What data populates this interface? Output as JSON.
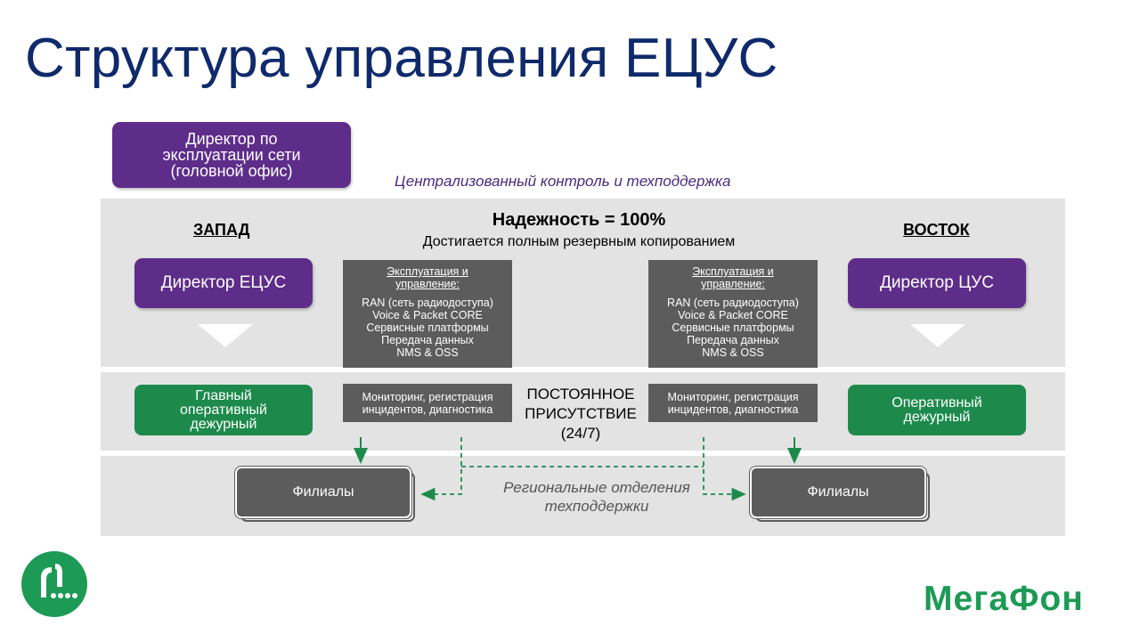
{
  "title": "Структура управления ЕЦУС",
  "hq": {
    "line1": "Директор по",
    "line2": "эксплуатации сети",
    "line3": "(головной офис)"
  },
  "centralized_label": "Централизованный контроль и техподдержка",
  "reliability": {
    "title": "Надежность = 100%",
    "subtitle": "Достигается полным резервным копированием"
  },
  "west": {
    "region": "ЗАПАД",
    "director": "Директор ЕЦУС",
    "duty": [
      "Главный",
      "оперативный",
      "дежурный"
    ],
    "branch": "Филиалы"
  },
  "east": {
    "region": "ВОСТОК",
    "director": "Директор ЦУС",
    "duty": [
      "Оперативный",
      "дежурный"
    ],
    "branch": "Филиалы"
  },
  "ops_box": {
    "heading": [
      "Эксплуатация и",
      "управление:"
    ],
    "items": [
      "RAN (сеть радиодоступа)",
      "Voice & Packet CORE",
      "Сервисные платформы",
      "Передача данных",
      "NMS & OSS"
    ]
  },
  "monitoring_box": [
    "Мониторинг, регистрация",
    "инцидентов, диагностика"
  ],
  "permanent": [
    "ПОСТОЯННОЕ",
    "ПРИСУТСТВИЕ",
    "(24/7)"
  ],
  "regional": [
    "Региональные отделения",
    "техподдержки"
  ],
  "brand": "МегаФон",
  "colors": {
    "title": "#0f2a6b",
    "purple": "#5e2d8a",
    "green": "#1d8a4c",
    "dark_box": "#5c5c5c",
    "band": "#e3e3e3",
    "brand_green": "#1d9a55"
  }
}
